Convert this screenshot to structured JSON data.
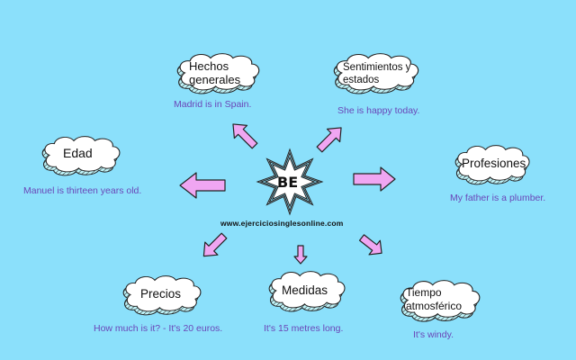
{
  "center": {
    "label": "BE",
    "website": "www.ejerciciosinglesonline.com"
  },
  "colors": {
    "background": "#8be0fb",
    "arrow": "#f0a6f2",
    "example_text": "#6a46b8",
    "star": "#bdf0ff"
  },
  "nodes": [
    {
      "id": "hechos",
      "label": "Hechos generales",
      "example": "Madrid is in Spain."
    },
    {
      "id": "sentimientos",
      "label": "Sentimientos y estados",
      "example": "She is happy today."
    },
    {
      "id": "edad",
      "label": "Edad",
      "example": "Manuel is thirteen years old."
    },
    {
      "id": "profesiones",
      "label": "Profesiones",
      "example": "My father is a plumber."
    },
    {
      "id": "precios",
      "label": "Precios",
      "example": "How much is it? - It's 20 euros."
    },
    {
      "id": "medidas",
      "label": "Medidas",
      "example": "It's 15 metres long."
    },
    {
      "id": "tiempo",
      "label": "Tiempo atmosférico",
      "example": "It's windy."
    }
  ]
}
